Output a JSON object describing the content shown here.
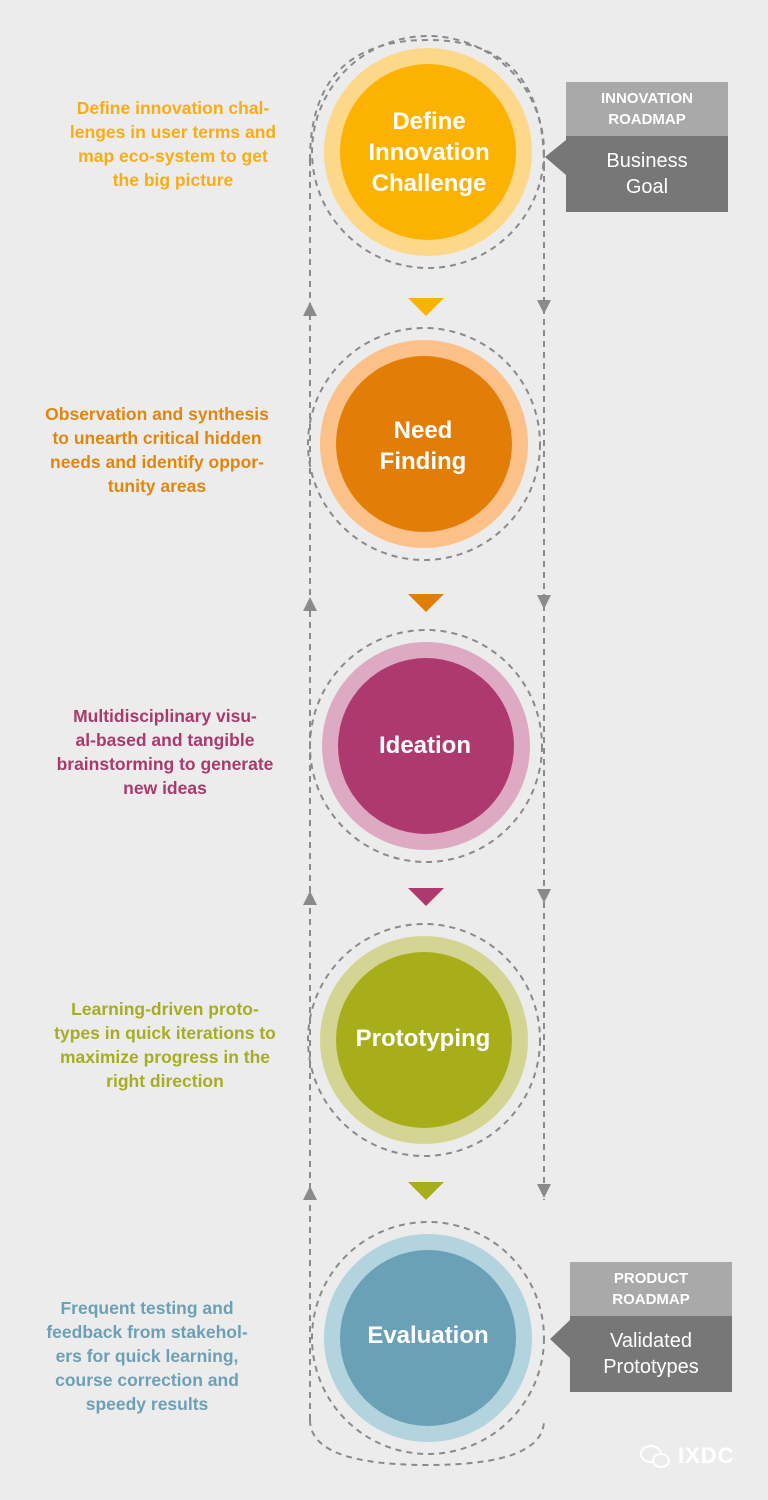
{
  "stages": [
    {
      "label": "Define\nInnovation\nChallenge",
      "description": "Define innovation chal-\nlenges in user terms and\nmap eco-system to get\nthe big picture",
      "color": "#fbb200",
      "ring_color": "#fdd88a",
      "text_color": "#f7ad18"
    },
    {
      "label": "Need\nFinding",
      "description": "Observation and synthesis\nto unearth critical hidden\nneeds and identify oppor-\ntunity areas",
      "color": "#e27e08",
      "ring_color": "#fbc188",
      "text_color": "#e2860d"
    },
    {
      "label": "Ideation",
      "description": "Multidisciplinary visu-\nal-based and tangible\nbrainstorming to generate\nnew ideas",
      "color": "#ae396e",
      "ring_color": "#deaac3",
      "text_color": "#a93a6d"
    },
    {
      "label": "Prototyping",
      "description": "Learning-driven proto-\ntypes in quick iterations to\nmaximize progress in the\nright direction",
      "color": "#a8ae1a",
      "ring_color": "#d4d595",
      "text_color": "#a8ad20"
    },
    {
      "label": "Evaluation",
      "description": "Frequent testing and\nfeedback from stakehol-\ners for quick learning,\ncourse correction and\nspeedy results",
      "color": "#6aa1b6",
      "ring_color": "#b3d3df",
      "text_color": "#6d9fb5"
    }
  ],
  "roadmaps": {
    "innovation": {
      "header": "INNOVATION\nROADMAP",
      "body": "Business\nGoal"
    },
    "product": {
      "header": "PRODUCT\nROADMAP",
      "body": "Validated\nPrototypes"
    }
  },
  "watermark": {
    "text": "IXDC",
    "icon": "wechat-icon"
  },
  "colors": {
    "dash": "#8a8a8a",
    "roadmap_head": "#a9a9a9",
    "roadmap_body": "#777777"
  }
}
